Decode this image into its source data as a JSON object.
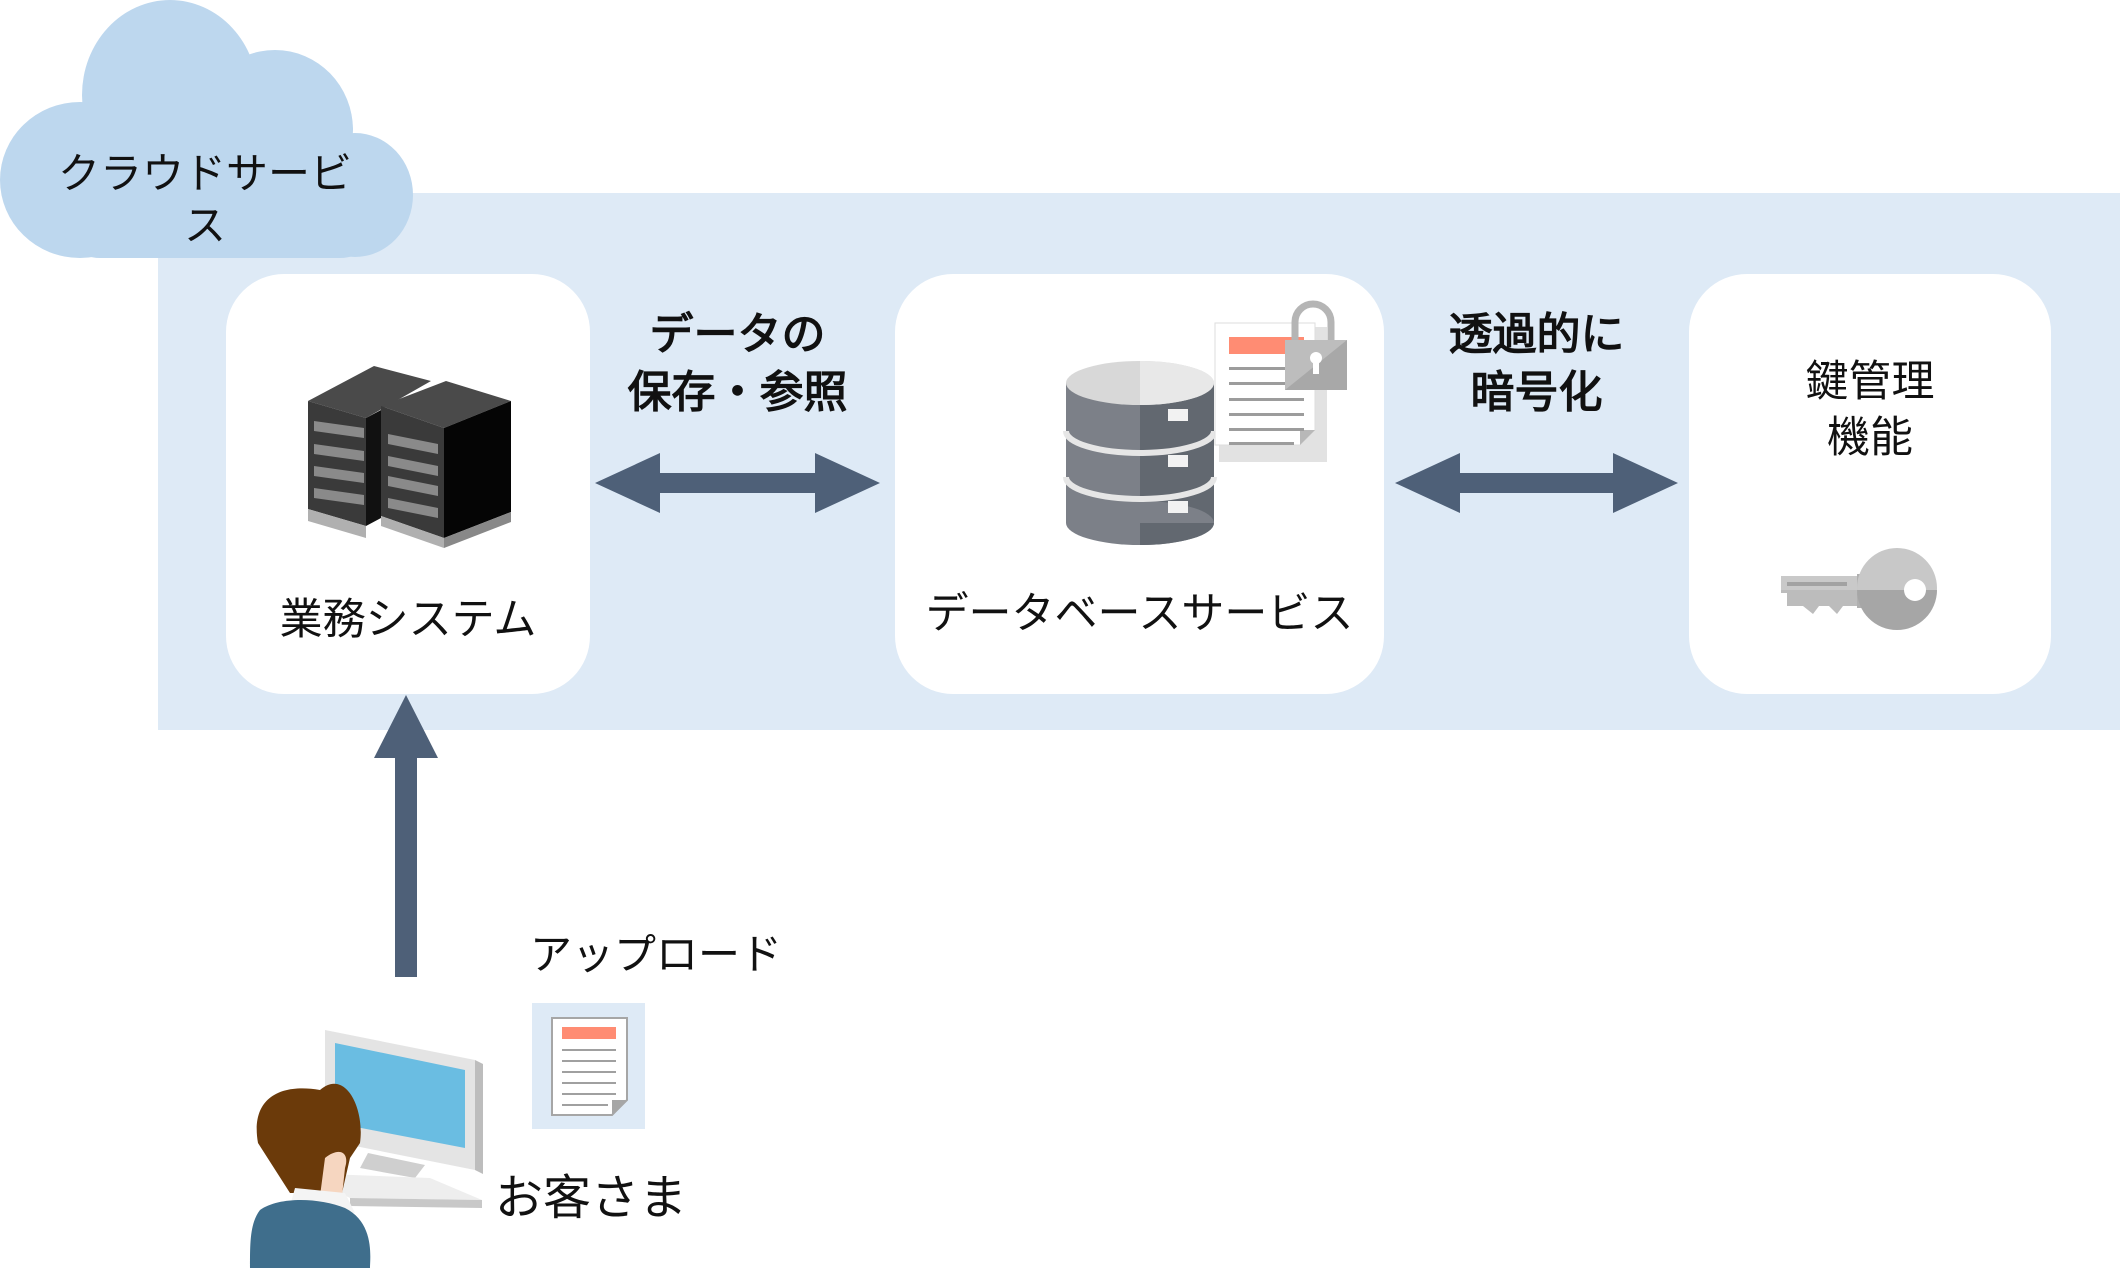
{
  "cloud": {
    "label": "クラウドサービス",
    "icon": "cloud-icon"
  },
  "components": {
    "business_system": {
      "label": "業務システム",
      "icon": "server-rack-icon"
    },
    "database_service": {
      "label": "データベースサービス",
      "icon": "database-icon",
      "badge_icon": "locked-document-icon"
    },
    "key_management": {
      "label_line1": "鍵管理",
      "label_line2": "機能",
      "icon": "key-icon"
    }
  },
  "connections": {
    "business_to_db": {
      "label_line1": "データの",
      "label_line2": "保存・参照",
      "direction": "bidirectional"
    },
    "db_to_key": {
      "label_line1": "透過的に",
      "label_line2": "暗号化",
      "direction": "bidirectional"
    },
    "customer_to_business": {
      "direction": "up"
    }
  },
  "customer": {
    "label": "お客さま",
    "icon": "user-at-computer-icon"
  },
  "upload": {
    "label": "アップロード",
    "icon": "document-icon"
  },
  "colors": {
    "cloud": "#bdd7ee",
    "panel": "#deeaf6",
    "arrow": "#4e6078",
    "doc_header": "#ff8c73",
    "screen": "#6abde2",
    "hair": "#6b3a0a",
    "jacket": "#3f6e8c"
  }
}
